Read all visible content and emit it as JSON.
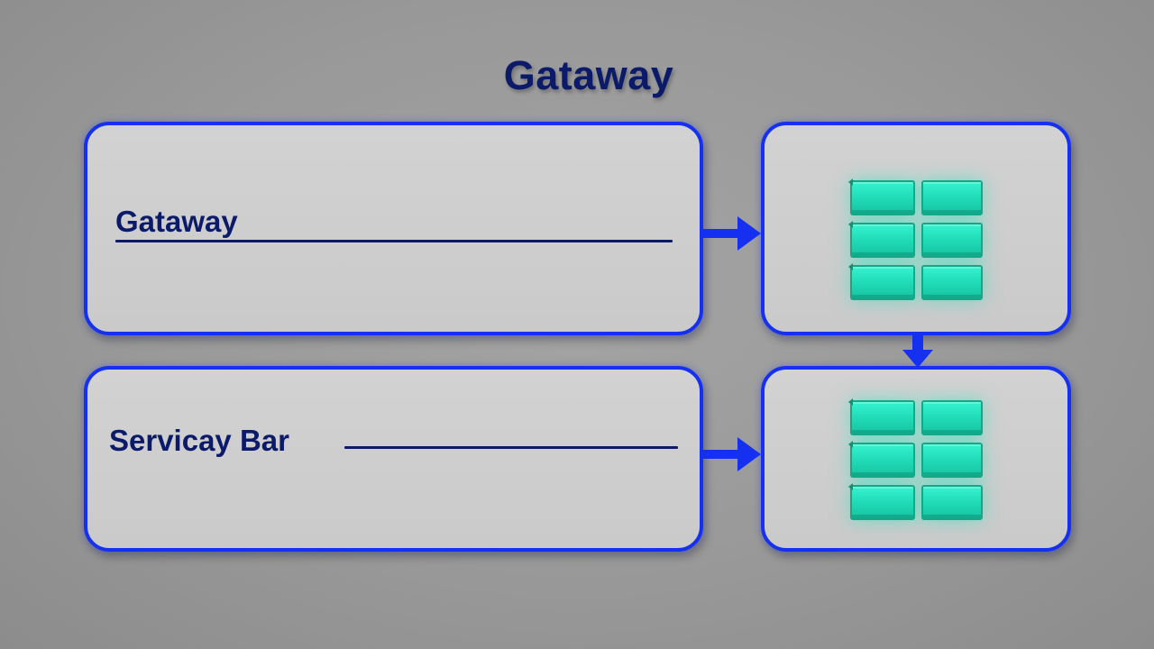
{
  "diagram": {
    "title": "Gataway",
    "top_panel": {
      "label": "Gataway"
    },
    "bottom_panel": {
      "label": "Servicay Bar"
    },
    "colors": {
      "border": "#1530f0",
      "text": "#0c1a6a",
      "block": "#28e6c3",
      "panel": "#cfcfcf",
      "background": "#999999"
    },
    "edges": [
      {
        "from": "top_panel",
        "to": "top_server"
      },
      {
        "from": "bottom_panel",
        "to": "bottom_server"
      },
      {
        "from": "top_server",
        "to": "bottom_server"
      }
    ],
    "server_icon": "server-rack-icon"
  }
}
